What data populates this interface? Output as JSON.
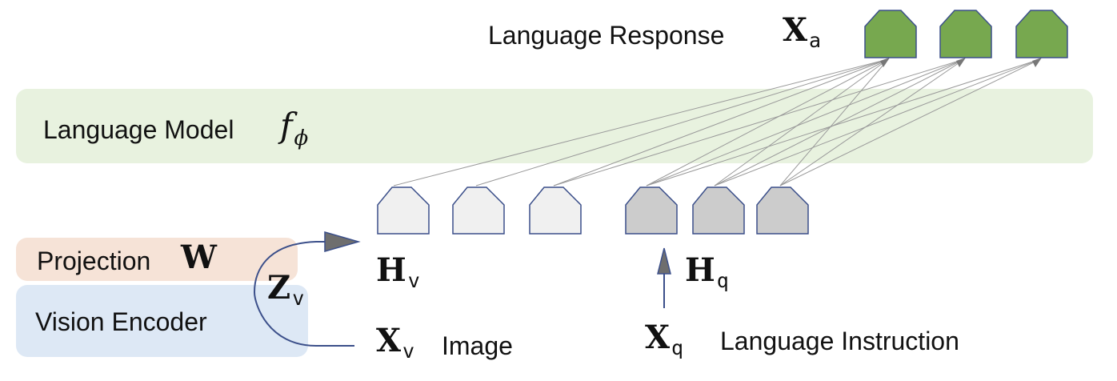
{
  "response": {
    "label": "Language Response",
    "symbol": "X",
    "subscript": "a"
  },
  "language_model": {
    "label": "Language Model",
    "symbol": "f",
    "subscript": "ϕ"
  },
  "projection": {
    "label": "Projection",
    "symbol": "W"
  },
  "vision_encoder": {
    "label": "Vision Encoder"
  },
  "zv": {
    "symbol": "Z",
    "subscript": "v"
  },
  "hv": {
    "symbol": "H",
    "subscript": "v"
  },
  "hq": {
    "symbol": "H",
    "subscript": "q"
  },
  "xv": {
    "symbol": "X",
    "subscript": "v",
    "label": "Image"
  },
  "xq": {
    "symbol": "X",
    "subscript": "q",
    "label": "Language Instruction"
  },
  "colors": {
    "response_token_fill": "#77a84f",
    "visual_token_fill": "#f0f0f0",
    "instruction_token_fill": "#cccccc",
    "token_stroke": "#3b4f8a",
    "language_model_band": "#e8f2df",
    "projection_box": "#f6e3d7",
    "vision_encoder_box": "#dde8f5",
    "arrow": "#3b4f8a",
    "connection_line": "#999999"
  }
}
